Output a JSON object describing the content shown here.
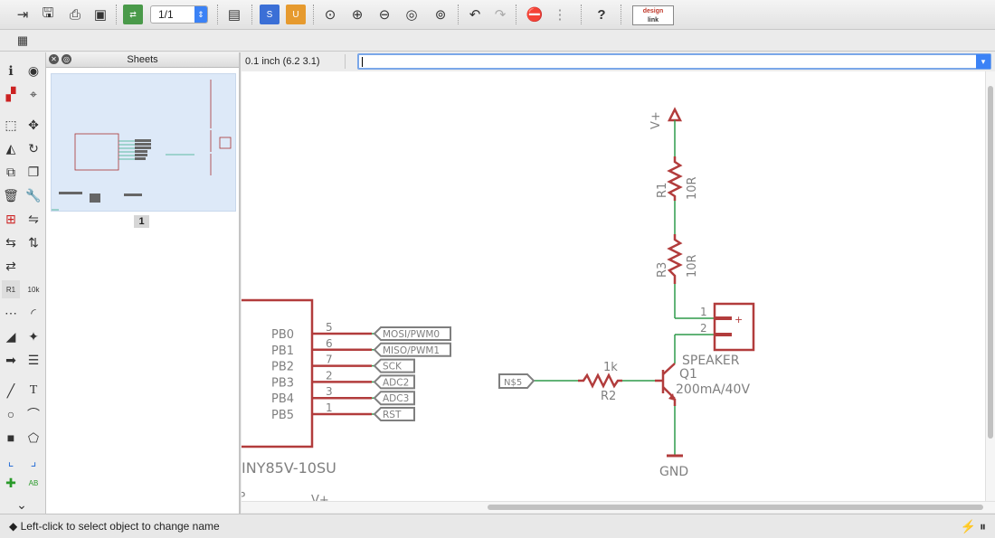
{
  "toolbar": {
    "sheet_selector": "1/1",
    "buttons": [
      {
        "name": "open-icon",
        "glyph": "⇥"
      },
      {
        "name": "save-icon",
        "glyph": "🖫"
      },
      {
        "name": "print-icon",
        "glyph": "⎙"
      },
      {
        "name": "cam-icon",
        "glyph": "▣"
      },
      {
        "name": "sch-brd-icon",
        "glyph": "⇄"
      },
      {
        "name": "ulp-icon",
        "glyph": "▤"
      },
      {
        "name": "scr-icon",
        "glyph": "S"
      },
      {
        "name": "ulp-run-icon",
        "glyph": "U"
      },
      {
        "name": "zoom-fit-icon",
        "glyph": "⊙"
      },
      {
        "name": "zoom-in-icon",
        "glyph": "⊕"
      },
      {
        "name": "zoom-out-icon",
        "glyph": "⊖"
      },
      {
        "name": "zoom-redraw-icon",
        "glyph": "◎"
      },
      {
        "name": "zoom-select-icon",
        "glyph": "⊚"
      },
      {
        "name": "undo-icon",
        "glyph": "↶"
      },
      {
        "name": "redo-icon",
        "glyph": "↷"
      },
      {
        "name": "stop-icon",
        "glyph": "⛔"
      },
      {
        "name": "go-icon",
        "glyph": "⋮"
      },
      {
        "name": "help-icon",
        "glyph": "?"
      }
    ],
    "logo_line1": "design",
    "logo_line2": "link"
  },
  "sheets_panel": {
    "title": "Sheets",
    "sheet_number": "1"
  },
  "coordinate_readout": "0.1 inch (6.2 3.1)",
  "command_line": {
    "value": ""
  },
  "status_bar": {
    "message": "Left-click to select object to change name"
  },
  "schematic": {
    "ic_name": "INY85V-10SU",
    "pins": [
      {
        "pin": "PB0",
        "num": "5",
        "net": "MOSI/PWM0"
      },
      {
        "pin": "PB1",
        "num": "6",
        "net": "MISO/PWM1"
      },
      {
        "pin": "PB2",
        "num": "7",
        "net": "SCK"
      },
      {
        "pin": "PB3",
        "num": "2",
        "net": "ADC2"
      },
      {
        "pin": "PB4",
        "num": "3",
        "net": "ADC3"
      },
      {
        "pin": "PB5",
        "num": "1",
        "net": "RST"
      }
    ],
    "supply": "V+",
    "r1_name": "R1",
    "r1_value": "10R",
    "r3_name": "R3",
    "r3_value": "10R",
    "speaker_name": "SPEAKER",
    "speaker_pin1": "1",
    "speaker_pin2": "2",
    "speaker_plus": "+",
    "r2_name": "R2",
    "r2_value": "1k",
    "q1_name": "Q1",
    "q1_value": "200mA/40V",
    "net_label": "N$5",
    "ground": "GND",
    "bottom_supply": "V+",
    "bottom_p": "P"
  }
}
